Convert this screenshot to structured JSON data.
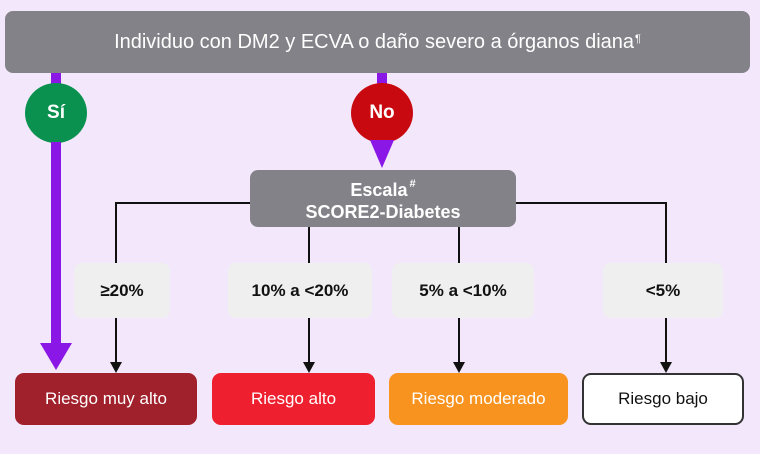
{
  "header": {
    "title": "Individuo con DM2 y ECVA o daño severo a órganos diana",
    "footnote": "¶"
  },
  "decision": {
    "yes_label": "Sí",
    "no_label": "No",
    "yes_color": "#0a9150",
    "no_color": "#c8090f",
    "arrow_color": "#8a17e6"
  },
  "score_box": {
    "line1": "Escala",
    "line1_footnote": "#",
    "line2": "SCORE2-Diabetes"
  },
  "ranges": [
    {
      "label": "≥20%"
    },
    {
      "label": "10% a <20%"
    },
    {
      "label": "5% a <10%"
    },
    {
      "label": "<5%"
    }
  ],
  "risks": [
    {
      "label": "Riesgo muy alto",
      "color": "#a0202b"
    },
    {
      "label": "Riesgo alto",
      "color": "#ee1f2e"
    },
    {
      "label": "Riesgo moderado",
      "color": "#f7931e"
    },
    {
      "label": "Riesgo bajo",
      "color": "#ffffff"
    }
  ]
}
